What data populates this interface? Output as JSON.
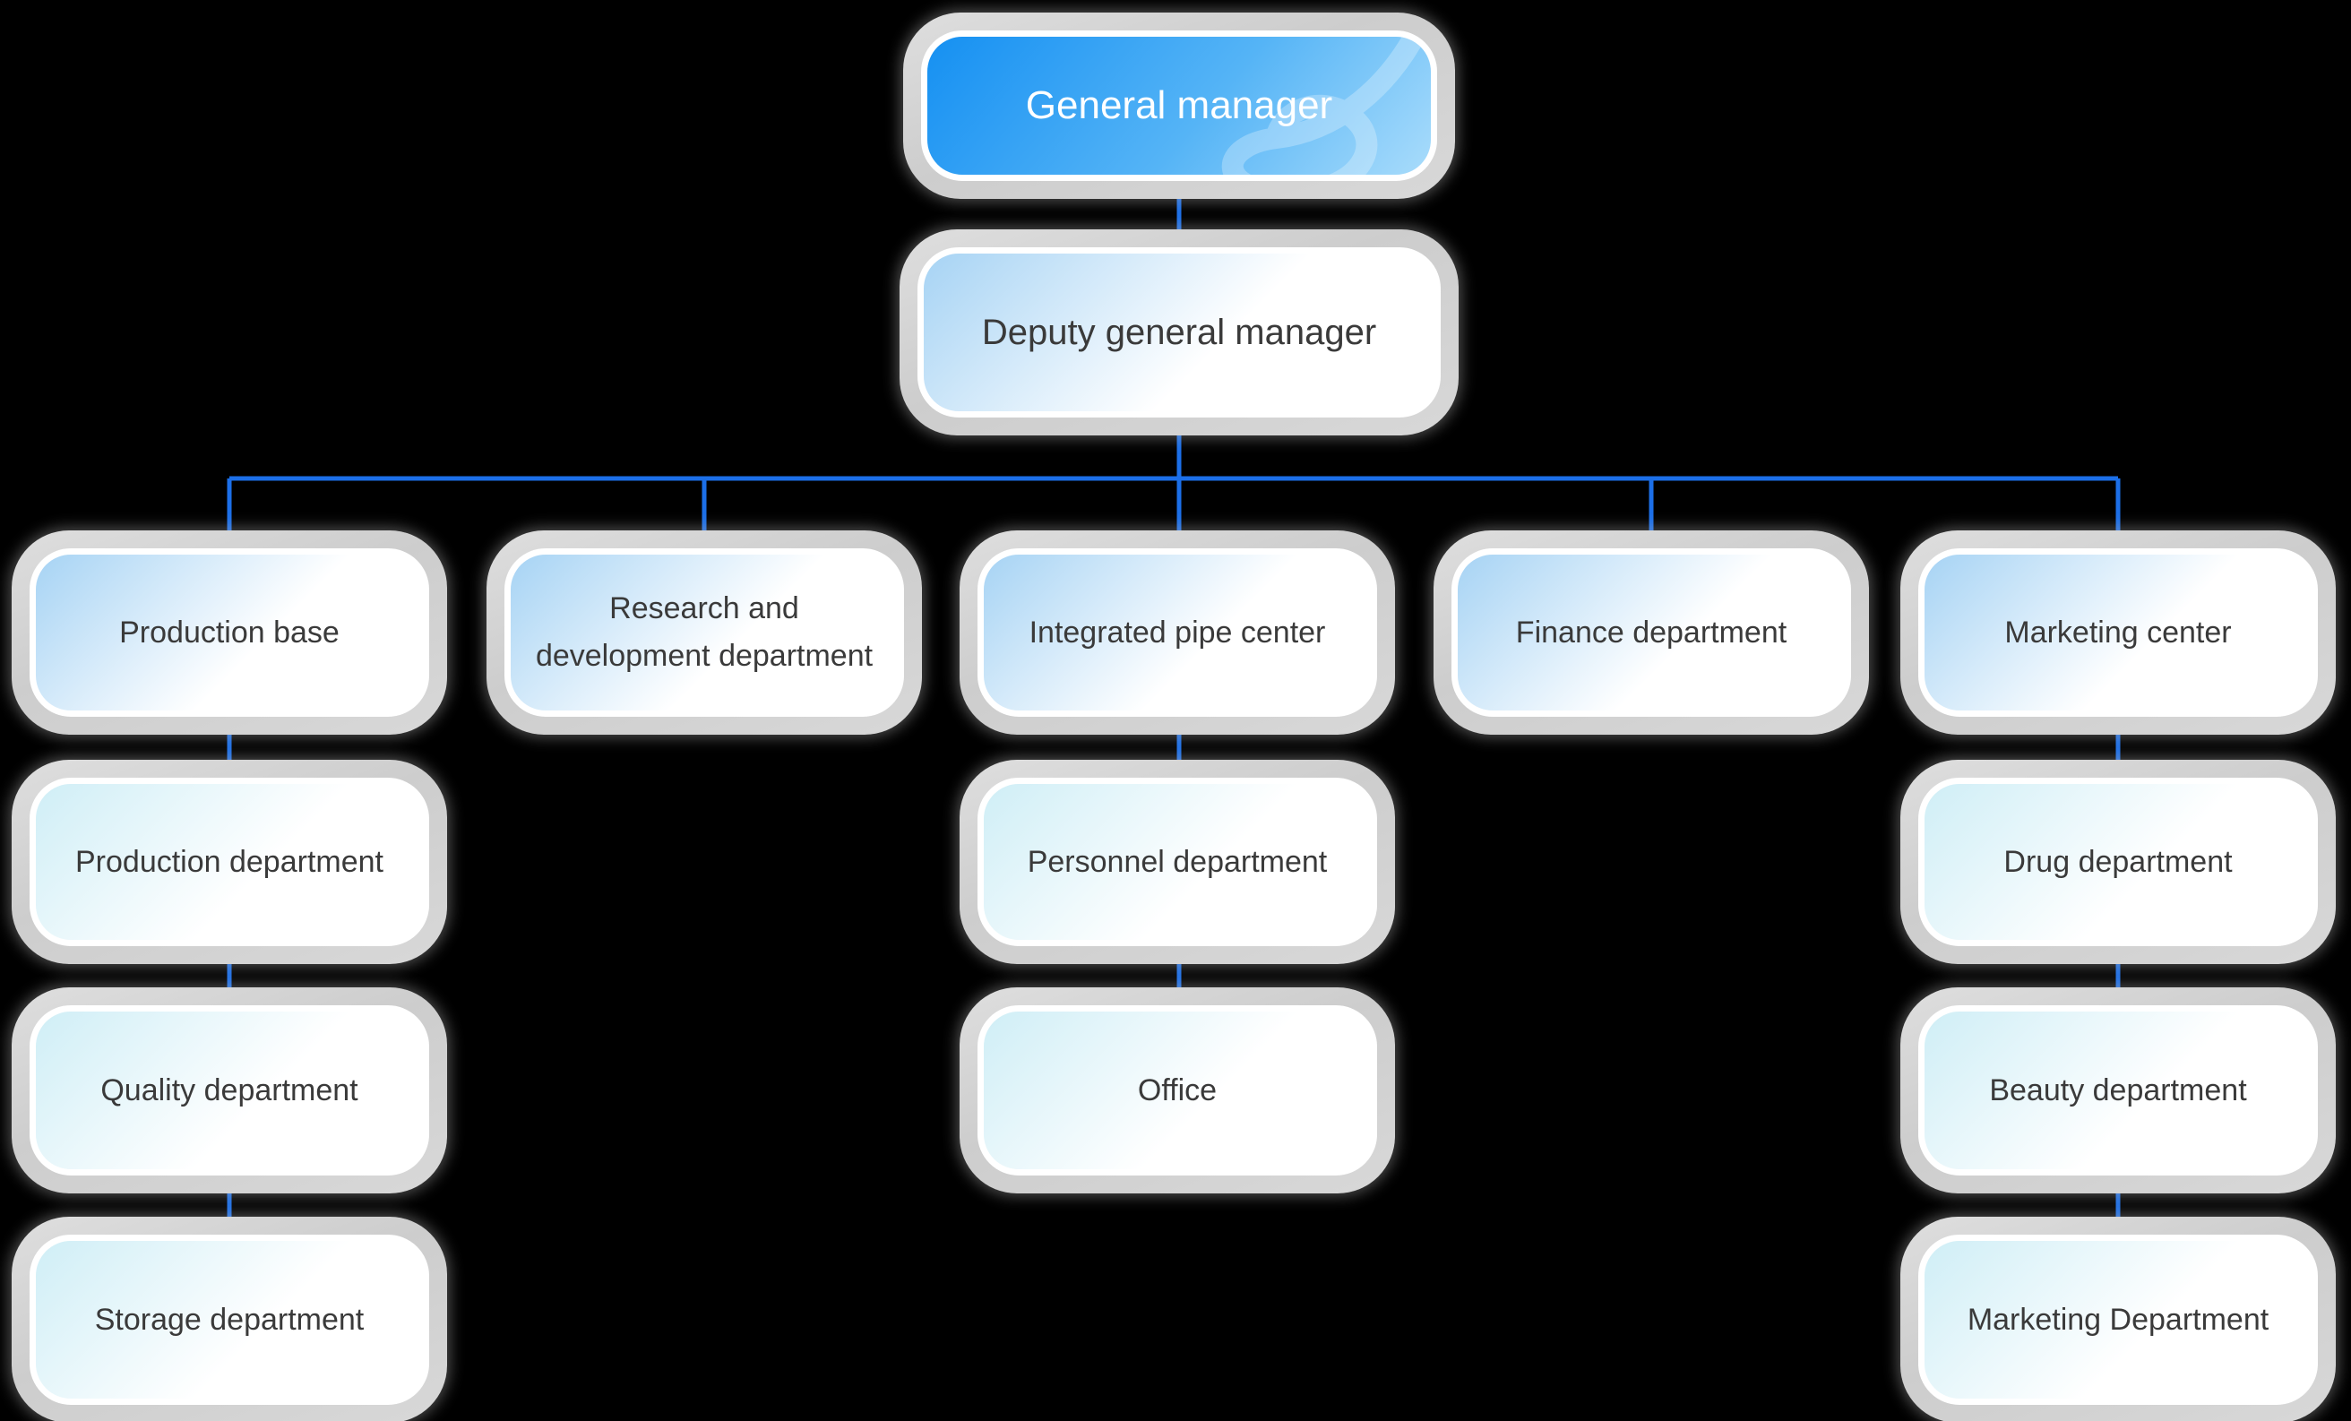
{
  "nodes": {
    "general_manager": "General manager",
    "deputy_general_manager": "Deputy general manager",
    "production_base": "Production base",
    "rnd_department": "Research and development department",
    "integrated_pipe_center": "Integrated pipe center",
    "finance_department": "Finance department",
    "marketing_center": "Marketing center",
    "production_department": "Production department",
    "quality_department": "Quality department",
    "storage_department": "Storage department",
    "personnel_department": "Personnel department",
    "office": "Office",
    "drug_department": "Drug department",
    "beauty_department": "Beauty department",
    "marketing_department": "Marketing Department"
  },
  "structure": {
    "root": "general_manager",
    "edges": [
      [
        "general_manager",
        "deputy_general_manager"
      ],
      [
        "deputy_general_manager",
        "production_base"
      ],
      [
        "deputy_general_manager",
        "rnd_department"
      ],
      [
        "deputy_general_manager",
        "integrated_pipe_center"
      ],
      [
        "deputy_general_manager",
        "finance_department"
      ],
      [
        "deputy_general_manager",
        "marketing_center"
      ],
      [
        "production_base",
        "production_department"
      ],
      [
        "production_department",
        "quality_department"
      ],
      [
        "quality_department",
        "storage_department"
      ],
      [
        "integrated_pipe_center",
        "personnel_department"
      ],
      [
        "personnel_department",
        "office"
      ],
      [
        "marketing_center",
        "drug_department"
      ],
      [
        "drug_department",
        "beauty_department"
      ],
      [
        "beauty_department",
        "marketing_department"
      ]
    ]
  },
  "colors": {
    "background": "#000000",
    "connector_blue": "#1C6FE8",
    "root_gradient_start": "#1590F2",
    "root_gradient_end": "#A9DCFB",
    "branch_tint_blue": "#A6D3F4",
    "sub_tint_cyan": "#CFEEF6",
    "node_ring_gray": "#CDCDCD",
    "label_text": "#3A3A3A",
    "root_text": "#FFFFFF"
  },
  "icons": {
    "root_decoration": "ribbon-loop-icon"
  }
}
